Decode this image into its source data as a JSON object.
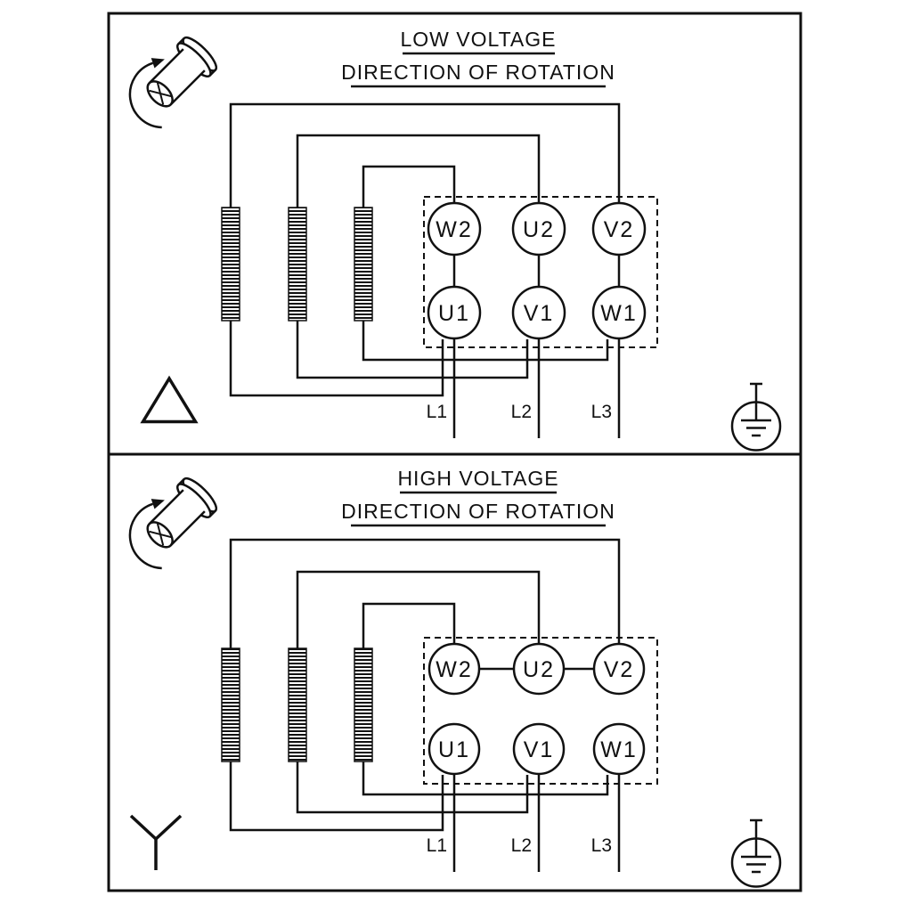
{
  "diagram": {
    "background": "#ffffff",
    "line_color": "#111111",
    "panels": [
      {
        "title": "LOW VOLTAGE",
        "subtitle": "DIRECTION OF ROTATION",
        "connection": "delta",
        "terminals_top": [
          "W2",
          "U2",
          "V2"
        ],
        "terminals_bottom": [
          "U1",
          "V1",
          "W1"
        ],
        "leads": [
          "L1",
          "L2",
          "L3"
        ],
        "icons": [
          "shaft-rotation",
          "delta-connection",
          "earth-ground"
        ]
      },
      {
        "title": "HIGH VOLTAGE",
        "subtitle": "DIRECTION OF ROTATION",
        "connection": "star",
        "terminals_top": [
          "W2",
          "U2",
          "V2"
        ],
        "terminals_bottom": [
          "U1",
          "V1",
          "W1"
        ],
        "leads": [
          "L1",
          "L2",
          "L3"
        ],
        "icons": [
          "shaft-rotation",
          "star-connection",
          "earth-ground"
        ]
      }
    ]
  }
}
